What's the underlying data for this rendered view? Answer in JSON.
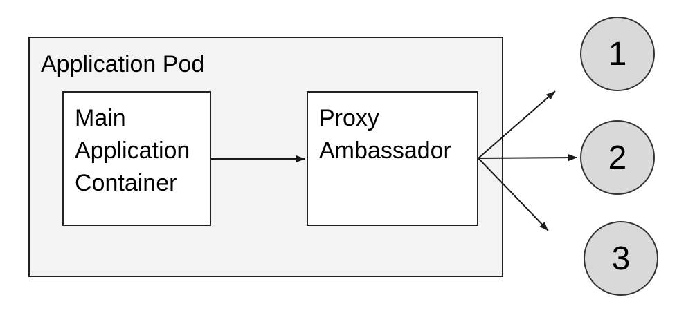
{
  "diagram": {
    "pod": {
      "label": "Application Pod"
    },
    "nodes": {
      "main": {
        "label": "Main Application Container"
      },
      "proxy": {
        "label": "Proxy Ambassador"
      }
    },
    "endpoints": [
      {
        "label": "1"
      },
      {
        "label": "2"
      },
      {
        "label": "3"
      }
    ],
    "connections": [
      {
        "from": "main",
        "to": "proxy"
      },
      {
        "from": "proxy",
        "to": "endpoint-1"
      },
      {
        "from": "proxy",
        "to": "endpoint-2"
      },
      {
        "from": "proxy",
        "to": "endpoint-3"
      }
    ],
    "colors": {
      "pod_fill": "#f3f3f3",
      "node_fill": "#ffffff",
      "endpoint_fill": "#d9d9d9",
      "stroke": "#212121",
      "circle_stroke": "#333333",
      "arrow": "#1a1a1a",
      "text": "#000000"
    }
  }
}
